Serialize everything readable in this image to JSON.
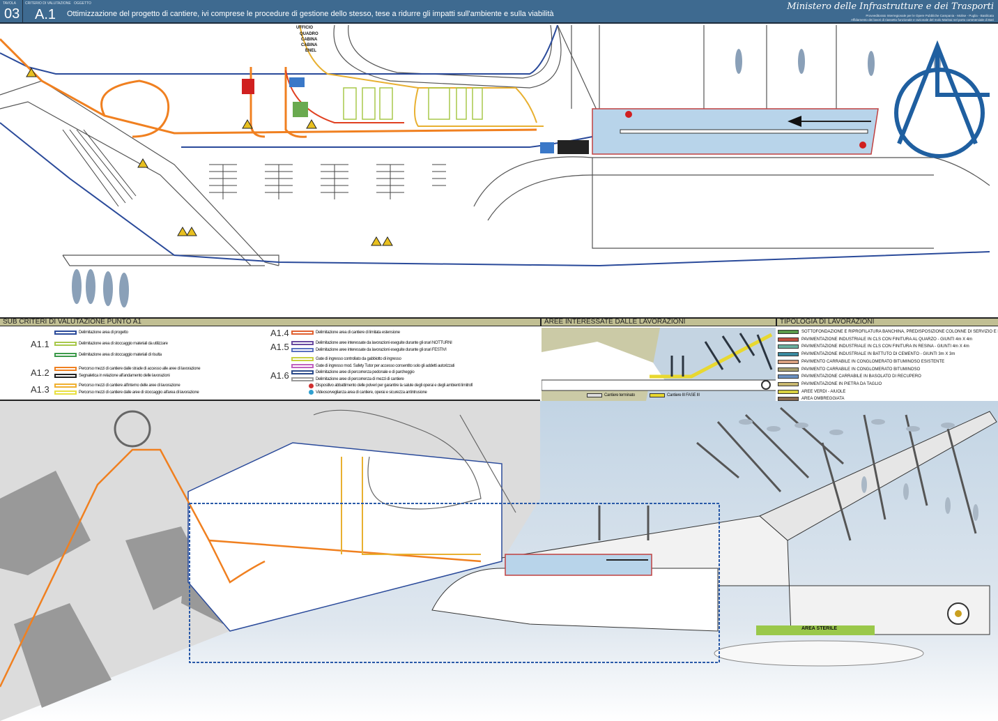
{
  "header": {
    "tavola_label": "TAVOLA",
    "tavola": "03",
    "criterio_label": "CRITERIO DI VALUTAZIONE",
    "criterio": "A.1",
    "oggetto_label": "OGGETTO",
    "title": "Ottimizzazione del progetto di cantiere, ivi comprese le procedure di gestione dello stesso, tese a ridurre gli impatti sull'ambiente e sulla viabilità",
    "ministry": "Ministero delle Infrastrutture e dei Trasporti",
    "ministry_sub1": "Provveditorato Interregionale per le Opere Pubbliche Campania - Molise - Puglia - Basilicata",
    "ministry_sub2": "Affidamento dei lavori di riassetto funzionale e razionale del molo Marinai nel porto commerciale di Bari"
  },
  "logo": {
    "letters": "AL",
    "color": "#1f5fa0"
  },
  "top_map": {
    "labels": [
      "UFFICIO",
      "QUADRO",
      "CABINA",
      "CABINA",
      "ENEL"
    ]
  },
  "legend_a1": {
    "title": "SUB CRITERI DI VALUTAZIONE PUNTO A1",
    "groups": [
      {
        "code": "A1.1",
        "items": [
          {
            "label": "Delimitazione area di progetto",
            "color": "#2a4a9a"
          },
          {
            "label": "Delimitazione area di stoccaggio materiali da utilizzare",
            "color": "#a8c84a"
          },
          {
            "label": "Delimitazione area di stoccaggio materiali di risulta",
            "color": "#3c9a4a"
          }
        ]
      },
      {
        "code": "A1.2",
        "items": [
          {
            "label": "Percorso mezzi di cantiere dalle strade di accesso alle aree di lavorazione",
            "color": "#f08020"
          },
          {
            "label": "Segnaletica in relazione all'andamento delle lavorazioni",
            "color": "#222222"
          }
        ]
      },
      {
        "code": "A1.3",
        "items": [
          {
            "label": "Percorso mezzi di cantiere all'interno delle aree di lavorazione",
            "color": "#f0b030"
          },
          {
            "label": "Percorso mezzi di cantiere dalle aree di stoccaggio all'area di lavorazione",
            "color": "#e8e040"
          }
        ]
      },
      {
        "code": "A1.4",
        "items": [
          {
            "label": "Delimitazione area di cantiere di limitata estensione",
            "color": "#e06030"
          }
        ]
      },
      {
        "code": "A1.5",
        "items": [
          {
            "label": "Delimitazione aree interessate da lavorazioni eseguite durante gli orari NOTTURNI",
            "color": "#6a4aa0"
          },
          {
            "label": "Delimitazione aree interessate da lavorazioni eseguite durante gli orari FESTIVI",
            "color": "#5a70c0"
          }
        ]
      },
      {
        "code": "A1.6",
        "items": [
          {
            "label": "Gate di ingresso controllato da gabbiotto di ingresso",
            "color": "#c8d040"
          },
          {
            "label": "Gate di ingresso mod. Safety Tutor per accesso consentito solo gli addetti autorizzati",
            "color": "#c060c0"
          },
          {
            "label": "Delimitazione aree di percorrenza pedonale e di parcheggio",
            "color": "#2a4a8a"
          },
          {
            "label": "Delimitazione aree di percorrenza di mezzi di cantiere",
            "color": "#999999"
          },
          {
            "label": "Dispositivo abbattimento delle polveri per garantire la salute degli operai e degli ambienti limitrofi",
            "color": "#d03030"
          },
          {
            "label": "Videosorveglianza area di cantiere, operai e sicurezza antintrusione",
            "color": "#30a0d0"
          }
        ]
      }
    ]
  },
  "aree": {
    "title": "AREE INTERESSATE DALLE LAVORAZIONI",
    "legend": [
      {
        "label": "Cantiere terminato",
        "color": "#dddddd"
      },
      {
        "label": "Cantiere III FASE III",
        "color": "#e8d830"
      }
    ]
  },
  "tipologia": {
    "title": "TIPOLOGIA DI LAVORAZIONI",
    "items": [
      {
        "label": "SOTTOFONDAZIONE E RIPROFILATURA BANCHINA, PREDISPOSIZIONE COLONNE DI SERVIZIO E PASSERELLE",
        "color": "#5a9a4a"
      },
      {
        "label": "PAVIMENTAZIONE INDUSTRIALE IN CLS CON FINITURA AL QUARZO - GIUNTI 4m X 4m",
        "color": "#c05040"
      },
      {
        "label": "PAVIMENTAZIONE INDUSTRIALE IN CLS CON FINITURA IN RESINA - GIUNTI 4m X 4m",
        "color": "#6ab0a0"
      },
      {
        "label": "PAVIMENTAZIONE INDUSTRIALE IN BATTUTO DI CEMENTO - GIUNTI 3m X 3m",
        "color": "#3a8aa0"
      },
      {
        "label": "PAVIMENTO CARRABILE IN CONGLOMERATO BITUMINOSO ESISTENTE",
        "color": "#d8a080"
      },
      {
        "label": "PAVIMENTO CARRABILE IN CONGLOMERATO BITUMINOSO",
        "color": "#a8a070"
      },
      {
        "label": "PAVIMENTAZIONE CARRABILE IN BASOLATO DI RECUPERO",
        "color": "#6a90c0"
      },
      {
        "label": "PAVIMENTAZIONE IN PIETRA DA TAGLIO",
        "color": "#c8b870"
      },
      {
        "label": "AREE VERDI - AIUOLE",
        "color": "#d8d040"
      },
      {
        "label": "AREA OMBREGGIATA",
        "color": "#8a6a50"
      }
    ]
  },
  "bottom_map": {
    "area_sterile": "AREA STERILE"
  }
}
